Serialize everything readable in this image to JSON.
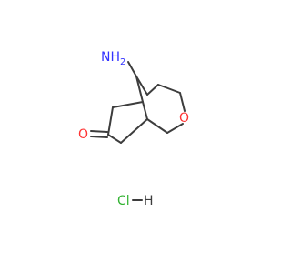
{
  "molecule": {
    "atoms": {
      "amine": {
        "symbol": "NH",
        "subscript": "2",
        "color": "#3333ff"
      },
      "oxygen_ring": {
        "symbol": "O",
        "color": "#ff3333"
      },
      "oxygen_ketone": {
        "symbol": "O",
        "color": "#ff3333"
      }
    },
    "salt": {
      "chlorine": "Cl",
      "hydrogen": "H",
      "chlorine_color": "#33b333",
      "hydrogen_color": "#3d3d3d"
    },
    "bond_color": "#3d3d3d"
  }
}
